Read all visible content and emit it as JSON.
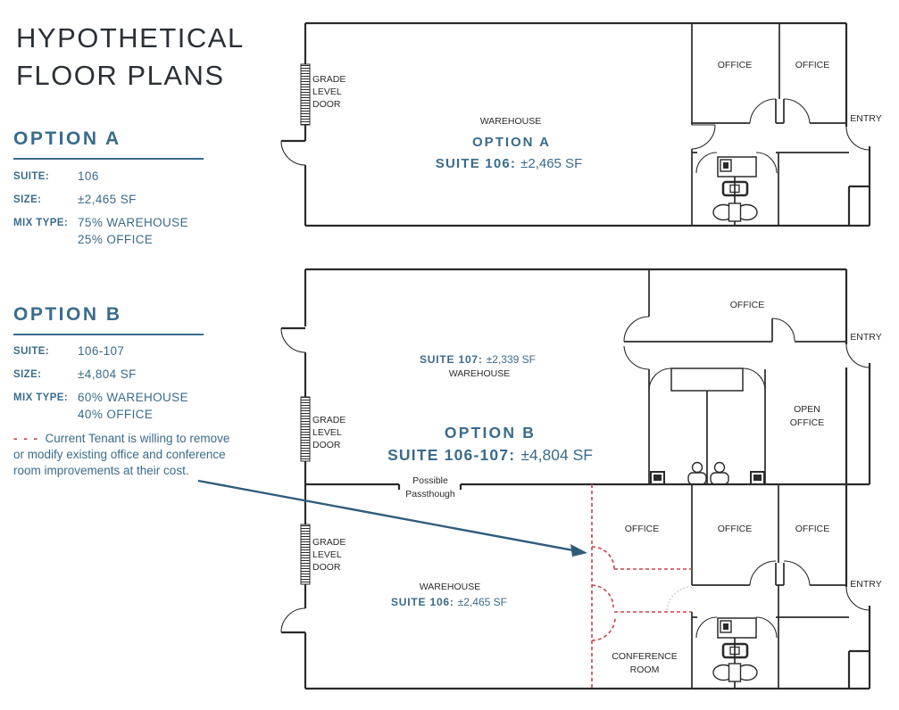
{
  "left_panel": {
    "title_line1": "HYPOTHETICAL",
    "title_line2": "FLOOR PLANS",
    "option_a": {
      "heading": "OPTION A",
      "suite_label": "SUITE:",
      "suite_value": "106",
      "size_label": "SIZE:",
      "size_value": "±2,465 SF",
      "mix_label": "MIX TYPE:",
      "mix_value1": "75% WAREHOUSE",
      "mix_value2": "25% OFFICE"
    },
    "option_b": {
      "heading": "OPTION B",
      "suite_label": "SUITE:",
      "suite_value": "106-107",
      "size_label": "SIZE:",
      "size_value": "±4,804 SF",
      "mix_label": "MIX TYPE:",
      "mix_value1": "60% WAREHOUSE",
      "mix_value2": "40% OFFICE"
    },
    "note": {
      "dashes": "- - -",
      "line1": "Current Tenant is willing to remove",
      "line2": "or modify existing office and conference",
      "line3": "room improvements at their cost."
    }
  },
  "plan_a": {
    "grade_door_line1": "GRADE",
    "grade_door_line2": "LEVEL",
    "grade_door_line3": "DOOR",
    "warehouse": "WAREHOUSE",
    "option_label": "OPTION A",
    "suite_bold": "SUITE 106:",
    "suite_value": "±2,465 SF",
    "office_left": "OFFICE",
    "office_right": "OFFICE",
    "entry": "ENTRY"
  },
  "plan_b_upper": {
    "suite_bold": "SUITE 107:",
    "suite_value": "±2,339 SF",
    "warehouse": "WAREHOUSE",
    "grade_door_line1": "GRADE",
    "grade_door_line2": "LEVEL",
    "grade_door_line3": "DOOR",
    "option_label": "OPTION B",
    "combined_bold": "SUITE 106-107:",
    "combined_value": "±4,804 SF",
    "office": "OFFICE",
    "entry": "ENTRY",
    "open_office_line1": "OPEN",
    "open_office_line2": "OFFICE",
    "passthrough_line1": "Possible",
    "passthrough_line2": "Passthough"
  },
  "plan_b_lower": {
    "grade_door_line1": "GRADE",
    "grade_door_line2": "LEVEL",
    "grade_door_line3": "DOOR",
    "warehouse": "WAREHOUSE",
    "suite_bold": "SUITE 106:",
    "suite_value": "±2,465 SF",
    "office_1": "OFFICE",
    "office_2": "OFFICE",
    "office_3": "OFFICE",
    "entry": "ENTRY",
    "conference_line1": "CONFERENCE",
    "conference_line2": "ROOM"
  },
  "colors": {
    "accent_blue": "#3a6b8c",
    "wall_ink": "#2a2a2a",
    "removal_red": "#c8434f",
    "arrow_blue": "#2f5d7c"
  }
}
